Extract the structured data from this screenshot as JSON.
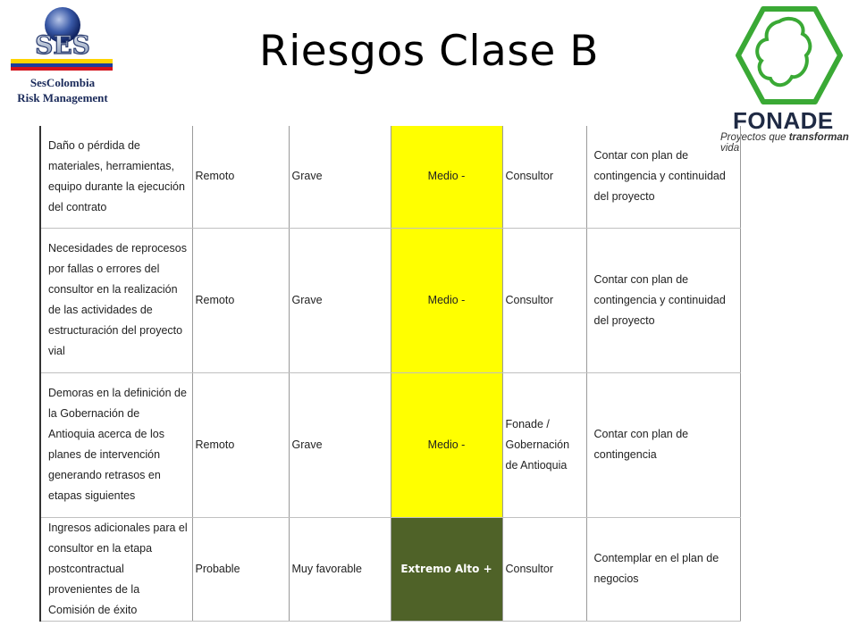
{
  "header": {
    "title": "Riesgos Clase B",
    "left_logo": {
      "name": "SesColombia logo",
      "letters": "SES",
      "caption_line1": "SesColombia",
      "caption_line2": "Risk Management",
      "colors": [
        "#ffd400",
        "#1c3c9c",
        "#d4111b"
      ]
    },
    "right_logo": {
      "wordmark": "FONADE",
      "tagline_prefix": "Proyectos que ",
      "tagline_bold": "transforman",
      "tagline_suffix": " vida",
      "color": "#3aa935"
    }
  },
  "table": {
    "rows": [
      {
        "descripcion": "Daño o pérdida de materiales, herramientas, equipo durante la ejecución del contrato",
        "probabilidad": "Remoto",
        "impacto": "Grave",
        "nivel": "Medio -",
        "nivel_color": "#ffff00",
        "responsable": "Consultor",
        "tratamiento": "Contar con plan de contingencia y continuidad del proyecto"
      },
      {
        "descripcion": "Necesidades de reprocesos por fallas o errores  del consultor en la realización de las actividades de estructuración del proyecto vial",
        "probabilidad": "Remoto",
        "impacto": "Grave",
        "nivel": "Medio -",
        "nivel_color": "#ffff00",
        "responsable": "Consultor",
        "tratamiento": "Contar con plan de contingencia y continuidad del proyecto"
      },
      {
        "descripcion": "Demoras en la definición de la Gobernación de Antioquia acerca de los planes de intervención generando retrasos en etapas siguientes",
        "probabilidad": "Remoto",
        "impacto": "Grave",
        "nivel": "Medio -",
        "nivel_color": "#ffff00",
        "responsable": "Fonade / Gobernación de Antioquia",
        "tratamiento": "Contar con plan de contingencia"
      },
      {
        "descripcion": "Ingresos adicionales para el consultor en la etapa postcontractual provenientes de la Comisión de éxito",
        "probabilidad": "Probable",
        "impacto": "Muy favorable",
        "nivel": "Extremo Alto +",
        "nivel_color": "#4f6228",
        "responsable": "Consultor",
        "tratamiento": "Contemplar en el plan de negocios"
      }
    ]
  }
}
